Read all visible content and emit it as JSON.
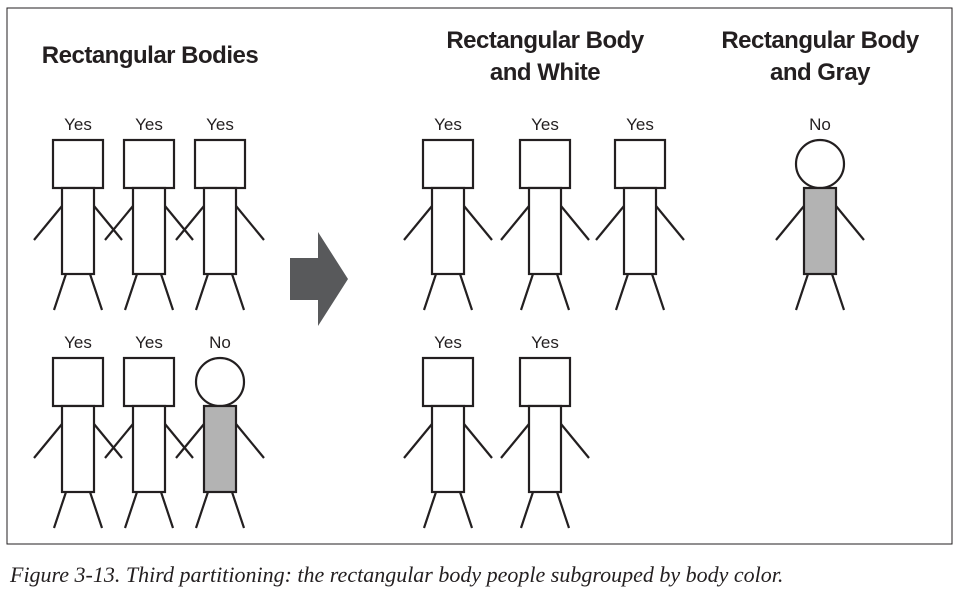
{
  "titles": {
    "left": "Rectangular Bodies",
    "middle": [
      "Rectangular Body",
      "and White"
    ],
    "right": [
      "Rectangular Body",
      "and Gray"
    ]
  },
  "colors": {
    "stroke": "#231f20",
    "gray_body": "#b3b3b3",
    "white_body": "#ffffff",
    "arrow": "#58595b"
  },
  "groups": [
    {
      "name": "left-group",
      "holding_hands": true,
      "figures": [
        {
          "label": "Yes",
          "head": "square",
          "body": "white"
        },
        {
          "label": "Yes",
          "head": "square",
          "body": "white"
        },
        {
          "label": "Yes",
          "head": "square",
          "body": "white"
        },
        {
          "label": "Yes",
          "head": "square",
          "body": "white"
        },
        {
          "label": "Yes",
          "head": "square",
          "body": "white"
        },
        {
          "label": "No",
          "head": "circle",
          "body": "gray"
        }
      ]
    },
    {
      "name": "white-group",
      "holding_hands": false,
      "figures": [
        {
          "label": "Yes",
          "head": "square",
          "body": "white"
        },
        {
          "label": "Yes",
          "head": "square",
          "body": "white"
        },
        {
          "label": "Yes",
          "head": "square",
          "body": "white"
        },
        {
          "label": "Yes",
          "head": "square",
          "body": "white"
        },
        {
          "label": "Yes",
          "head": "square",
          "body": "white"
        }
      ]
    },
    {
      "name": "gray-group",
      "holding_hands": false,
      "figures": [
        {
          "label": "No",
          "head": "circle",
          "body": "gray"
        }
      ]
    }
  ],
  "caption": "Figure 3-13. Third partitioning: the rectangular body people subgrouped by body color."
}
